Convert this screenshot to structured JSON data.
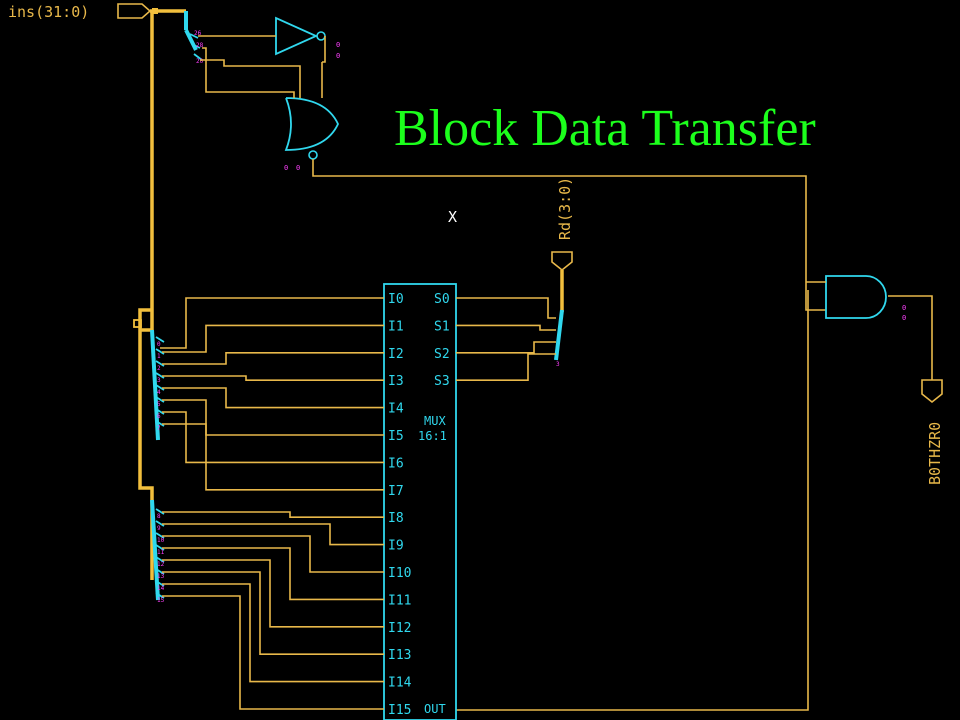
{
  "title": "Block Data Transfer",
  "input_port": "ins(31:0)",
  "select_port": "Rd(3:0)",
  "output_port": "B0THZR0",
  "marker_x": "X",
  "mux": {
    "name": "MUX",
    "ratio": "16:1",
    "inputs": [
      "I0",
      "I1",
      "I2",
      "I3",
      "I4",
      "I5",
      "I6",
      "I7",
      "I8",
      "I9",
      "I10",
      "I11",
      "I12",
      "I13",
      "I14",
      "I15"
    ],
    "selects": [
      "S0",
      "S1",
      "S2",
      "S3"
    ],
    "out": "OUT"
  },
  "colors": {
    "background": "#000000",
    "wire": "#e8b84a",
    "component": "#30d8ee",
    "pin_label": "#ff40ff",
    "title": "#1cff1c"
  }
}
